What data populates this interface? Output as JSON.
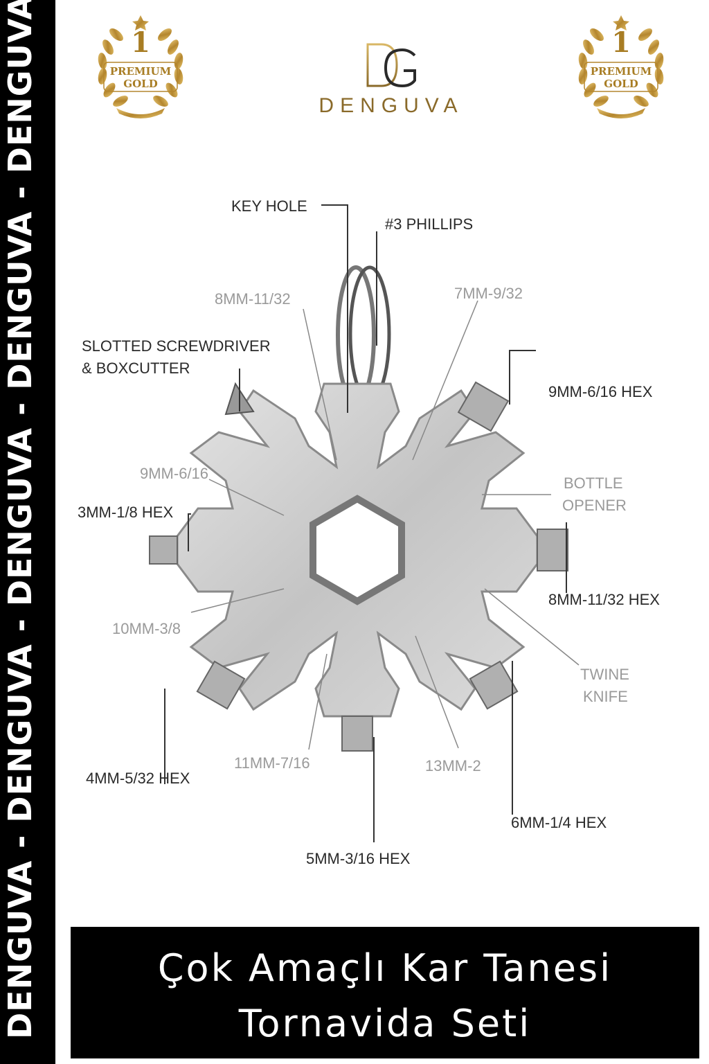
{
  "side_banner": {
    "text": "DENGUVA - DENGUVA - DENGUVA - DENGUVA - DENGUVA - DENGUVA - DENG"
  },
  "badges": [
    {
      "number": "1",
      "line1": "PREMIUM",
      "line2": "GOLD"
    },
    {
      "number": "1",
      "line1": "PREMIUM",
      "line2": "GOLD"
    }
  ],
  "logo": {
    "monogram": "DG",
    "brand": "DENGUVA"
  },
  "labels": {
    "key_hole": "KEY HOLE",
    "phillips": "#3 PHILLIPS",
    "mm8_11_32": "8MM-11/32",
    "mm7_9_32": "7MM-9/32",
    "slotted_1": "SLOTTED SCREWDRIVER",
    "slotted_2": "& BOXCUTTER",
    "mm9_hex": "9MM-6/16 HEX",
    "mm9": "9MM-6/16",
    "bottle_1": "BOTTLE",
    "bottle_2": "OPENER",
    "mm3_hex": "3MM-1/8 HEX",
    "mm8_hex": "8MM-11/32 HEX",
    "mm10": "10MM-3/8",
    "twine_1": "TWINE",
    "twine_2": "KNIFE",
    "mm4_hex": "4MM-5/32 HEX",
    "mm11": "11MM-7/16",
    "mm13": "13MM-2",
    "mm6_hex": "6MM-1/4 HEX",
    "mm5_hex": "5MM-3/16 HEX"
  },
  "title": {
    "line1": "Çok Amaçlı Kar Tanesi",
    "line2": "Tornavida Seti"
  },
  "colors": {
    "gold": "#b08a3a",
    "banner": "#000000",
    "steel": "#c8c8c8",
    "dark_label": "#2a2a2a",
    "light_label": "#9a9a9a"
  }
}
